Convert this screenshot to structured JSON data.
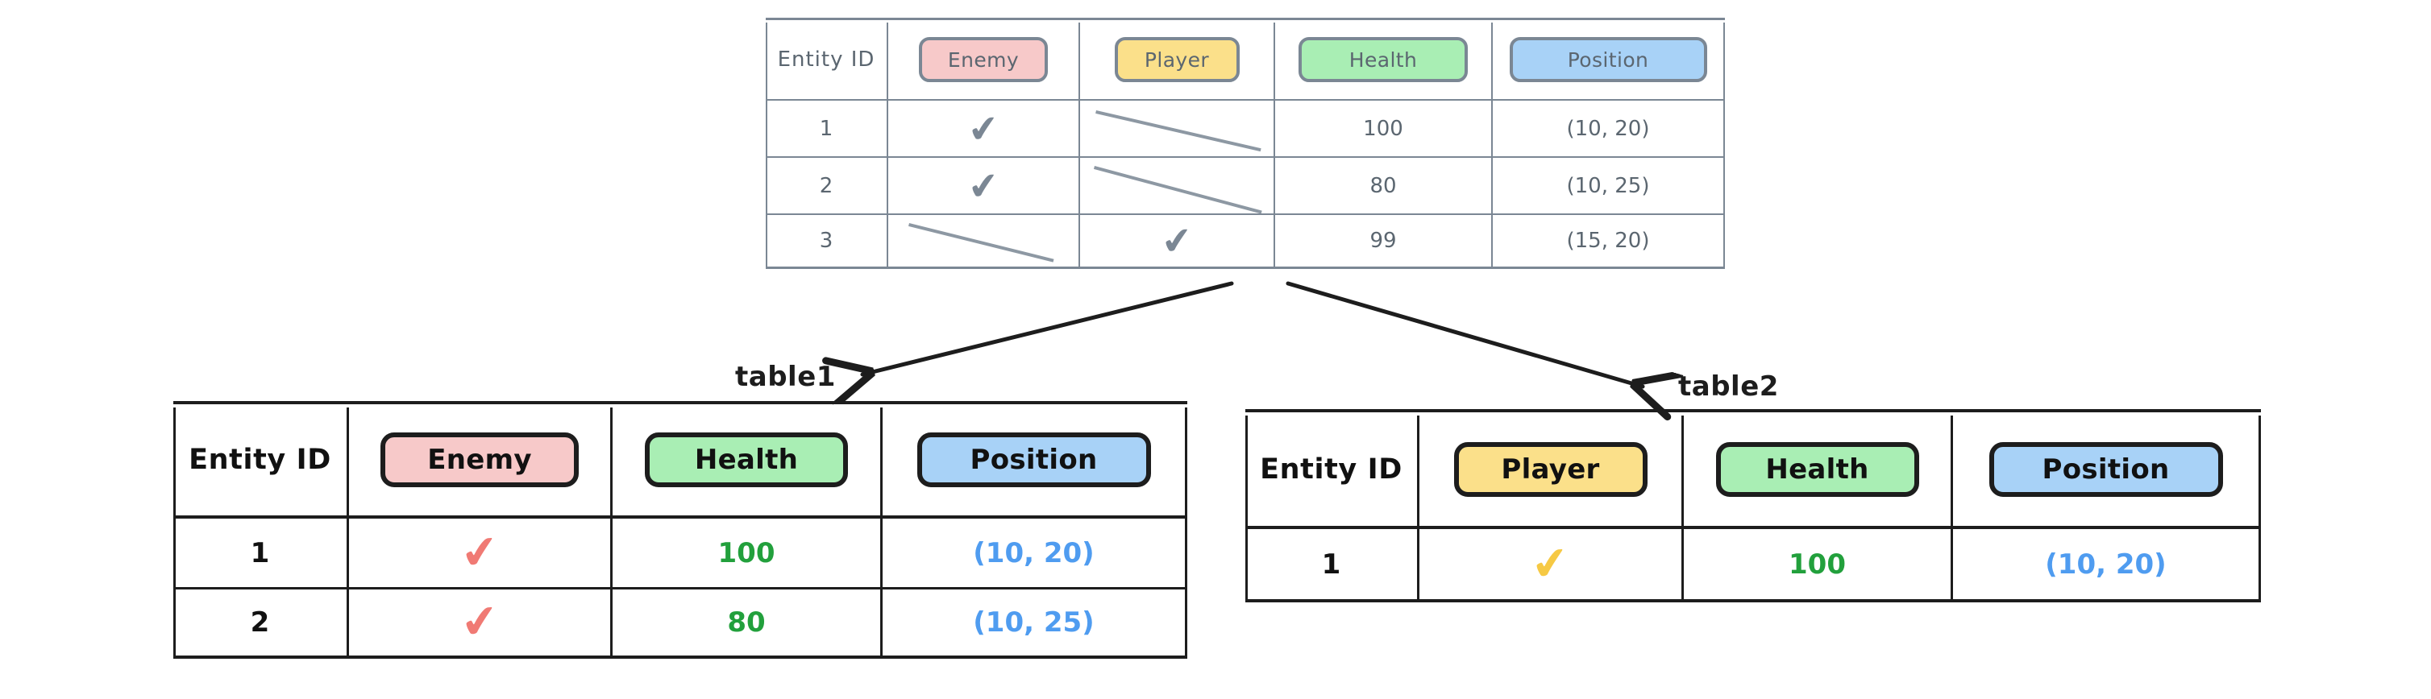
{
  "source_table": {
    "name": "source-entity-table",
    "columns": [
      "Entity ID",
      "Enemy",
      "Player",
      "Health",
      "Position"
    ],
    "column_styles": [
      "plain",
      "chip-enemy",
      "chip-player",
      "chip-health",
      "chip-position"
    ],
    "rows": [
      {
        "entity_id": "1",
        "enemy": "check",
        "player": "empty",
        "health": "100",
        "position": "(10, 20)"
      },
      {
        "entity_id": "2",
        "enemy": "check",
        "player": "empty",
        "health": "80",
        "position": "(10, 25)"
      },
      {
        "entity_id": "3",
        "enemy": "empty",
        "player": "check",
        "health": "99",
        "position": "(15, 20)"
      }
    ]
  },
  "table1": {
    "label": "table1",
    "columns": [
      "Entity ID",
      "Enemy",
      "Health",
      "Position"
    ],
    "rows": [
      {
        "entity_id": "1",
        "enemy": "check",
        "health": "100",
        "position": "(10, 20)"
      },
      {
        "entity_id": "2",
        "enemy": "check",
        "health": "80",
        "position": "(10, 25)"
      }
    ]
  },
  "table2": {
    "label": "table2",
    "columns": [
      "Entity ID",
      "Player",
      "Health",
      "Position"
    ],
    "rows": [
      {
        "entity_id": "1",
        "player": "check",
        "health": "100",
        "position": "(10, 20)"
      }
    ]
  },
  "glyphs": {
    "check": "✔"
  },
  "colors": {
    "enemy_chip": "#f7c9c9",
    "player_chip": "#fbe08a",
    "health_chip": "#a9eeb4",
    "position_chip": "#a8d2f7",
    "source_ink": "#7b8794",
    "result_ink": "#1d1d1d",
    "check_red": "#f07a74",
    "check_yellow": "#f6c944",
    "health_text": "#22a03c",
    "position_text": "#4f9cf0"
  }
}
